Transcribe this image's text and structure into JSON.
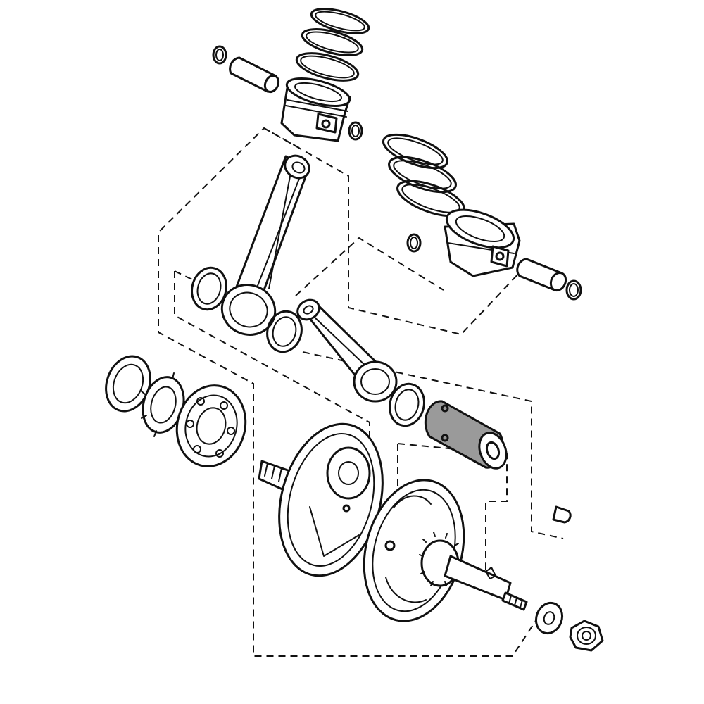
{
  "diagram": {
    "kind": "exploded-view",
    "subject_parts": [
      "piston-ring-set-front",
      "piston-front",
      "piston-pin-front",
      "piston-pin-clips-front",
      "connecting-rod-front",
      "thrust-washers-front",
      "piston-ring-set-rear",
      "piston-rear",
      "piston-pin-rear",
      "piston-pin-clips-rear",
      "connecting-rod-rear",
      "thrust-washers-rear",
      "crankpin",
      "crankshaft-left-half",
      "crankshaft-right-half",
      "main-bearing",
      "cam-chain-sprocket",
      "oil-seal",
      "woodruff-key",
      "washer",
      "flange-nut"
    ],
    "highlighted_part": "crankpin",
    "colors": {
      "line": "#111111",
      "background": "#ffffff",
      "highlight": "#9a9a9a"
    }
  }
}
